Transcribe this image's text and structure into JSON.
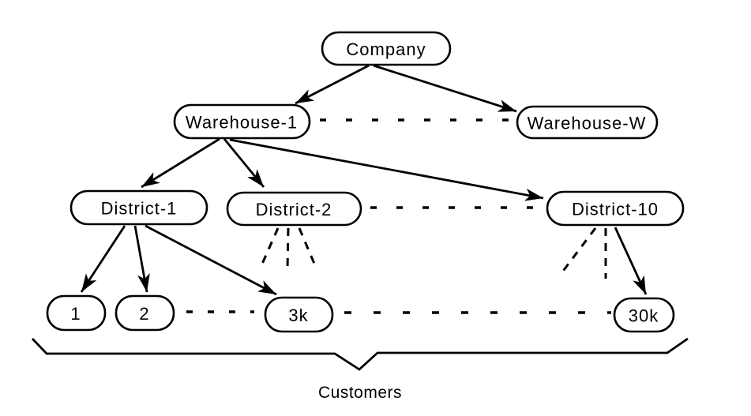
{
  "figure": {
    "background": "#ffffff",
    "stroke_color": "#000000",
    "node_fill": "#ffffff",
    "nodes": {
      "company": "Company",
      "warehouse_1": "Warehouse-1",
      "warehouse_w": "Warehouse-W",
      "district_1": "District-1",
      "district_2": "District-2",
      "district_10": "District-10",
      "customer_1": "1",
      "customer_2": "2",
      "customer_3k": "3k",
      "customer_30k": "30k"
    },
    "brace_label": "Customers"
  }
}
